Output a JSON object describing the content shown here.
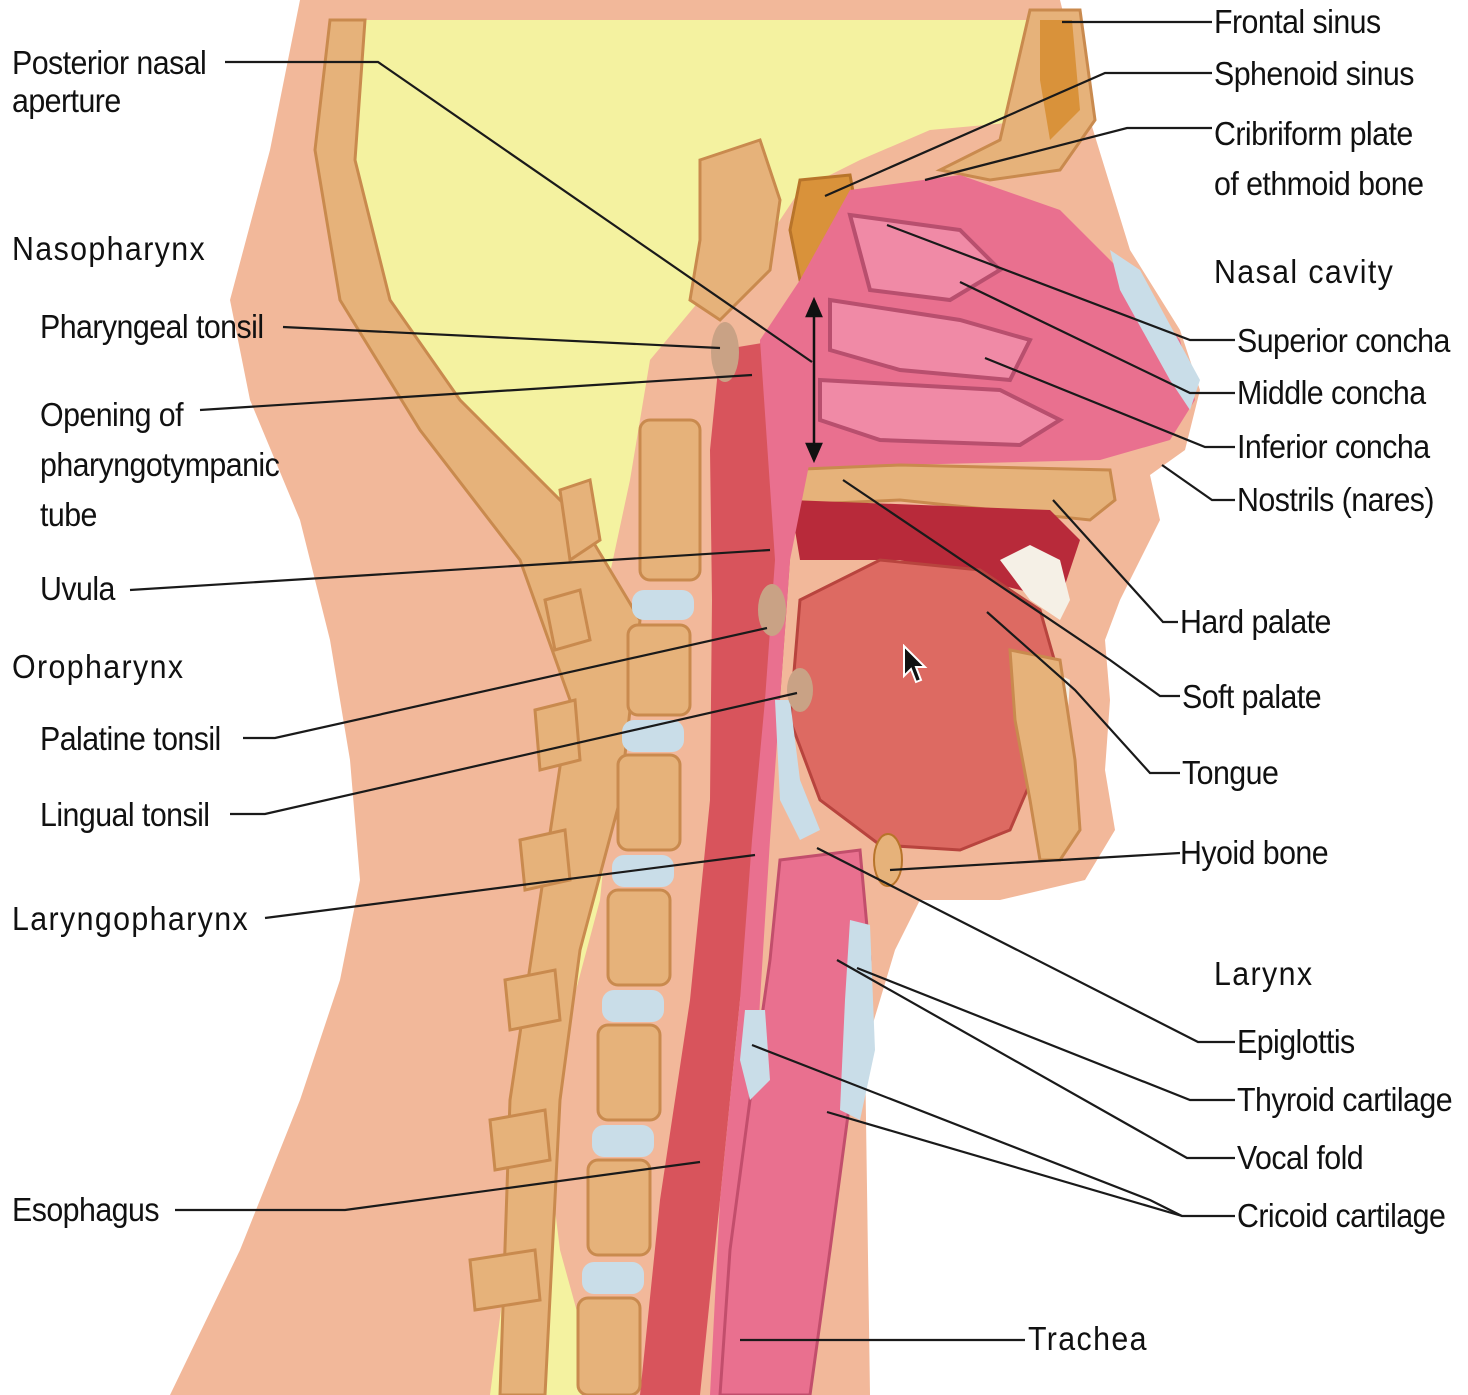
{
  "labels_left": {
    "posterior_nasal_aperture": "Posterior nasal\naperture",
    "nasopharynx": "Nasopharynx",
    "pharyngeal_tonsil": "Pharyngeal tonsil",
    "opening_pharyngotympanic": "Opening of\npharyngotympanic\ntube",
    "uvula": "Uvula",
    "oropharynx": "Oropharynx",
    "palatine_tonsil": "Palatine tonsil",
    "lingual_tonsil": "Lingual tonsil",
    "laryngopharynx": "Laryngopharynx",
    "esophagus": "Esophagus"
  },
  "labels_right": {
    "frontal_sinus": "Frontal sinus",
    "sphenoid_sinus": "Sphenoid sinus",
    "cribriform_plate": "Cribriform plate\nof ethmoid bone",
    "nasal_cavity": "Nasal cavity",
    "superior_concha": "Superior concha",
    "middle_concha": "Middle concha",
    "inferior_concha": "Inferior concha",
    "nostrils": "Nostrils (nares)",
    "hard_palate": "Hard palate",
    "soft_palate": "Soft palate",
    "tongue": "Tongue",
    "hyoid_bone": "Hyoid bone",
    "larynx": "Larynx",
    "epiglottis": "Epiglottis",
    "thyroid_cartilage": "Thyroid cartilage",
    "vocal_fold": "Vocal fold",
    "cricoid_cartilage": "Cricoid cartilage",
    "trachea": "Trachea"
  },
  "colors": {
    "skin": "#f2b89a",
    "brain": "#f4f2a0",
    "bone": "#e6b27a",
    "mucosa": "#e9708f",
    "muscle": "#d8545c",
    "cartilage": "#c9dde8",
    "sinus": "#d9923a"
  },
  "icons": {
    "pointer": "mouse-pointer-icon"
  }
}
